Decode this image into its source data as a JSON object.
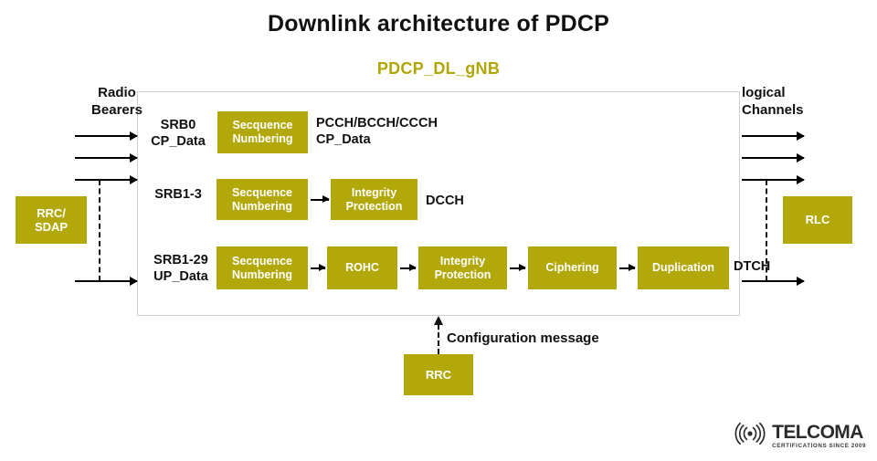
{
  "title": "Downlink architecture of PDCP",
  "subtitle": "PDCP_DL_gNB",
  "left": {
    "radio_bearers_line1": "Radio",
    "radio_bearers_line2": "Bearers",
    "rrc_sdap_line1": "RRC/",
    "rrc_sdap_line2": "SDAP"
  },
  "right": {
    "logical_channels_line1": "logical",
    "logical_channels_line2": "Channels",
    "rlc": "RLC"
  },
  "rows": [
    {
      "bearer_line1": "SRB0",
      "bearer_line2": "CP_Data",
      "channel_line1": "PCCH/BCCH/CCCH",
      "channel_line2": "CP_Data",
      "blocks": [
        {
          "line1": "Secquence",
          "line2": "Numbering"
        }
      ]
    },
    {
      "bearer_line1": "SRB1-3",
      "bearer_line2": "",
      "channel_line1": "DCCH",
      "channel_line2": "",
      "blocks": [
        {
          "line1": "Secquence",
          "line2": "Numbering"
        },
        {
          "line1": "Integrity",
          "line2": "Protection"
        }
      ]
    },
    {
      "bearer_line1": "SRB1-29",
      "bearer_line2": "UP_Data",
      "channel_line1": "DTCH",
      "channel_line2": "",
      "blocks": [
        {
          "line1": "Secquence",
          "line2": "Numbering"
        },
        {
          "line1": "ROHC",
          "line2": ""
        },
        {
          "line1": "Integrity",
          "line2": "Protection"
        },
        {
          "line1": "Ciphering",
          "line2": ""
        },
        {
          "line1": "Duplication",
          "line2": ""
        }
      ]
    }
  ],
  "bottom": {
    "rrc": "RRC",
    "configuration_message": "Configuration message"
  },
  "logo": {
    "brand": "TELCOMA",
    "tagline": "CERTIFICATIONS SINCE 2009",
    "icon": "broadcast-signal-icon"
  },
  "colors": {
    "accent_olive": "#b3a80a",
    "subtitle": "#b0a606",
    "frame_border": "#cfcfcf",
    "text": "#111111"
  }
}
